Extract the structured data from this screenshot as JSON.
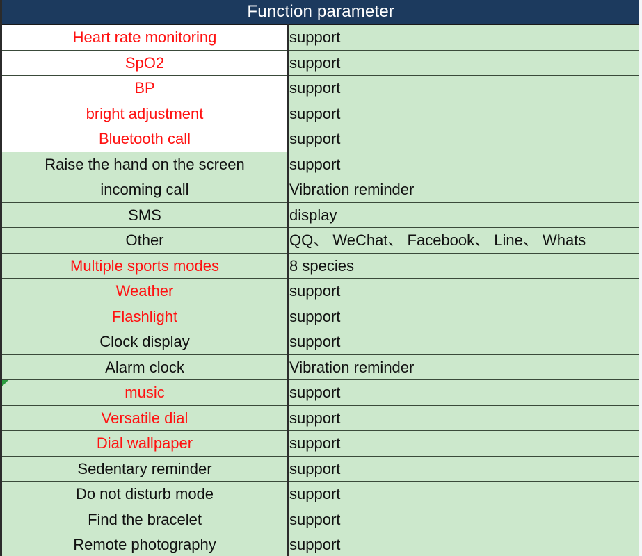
{
  "table": {
    "header": {
      "title": "Function parameter",
      "background": "#1c3a5e",
      "text_color": "#ffffff"
    },
    "columns": [
      {
        "key": "name",
        "header": ""
      },
      {
        "key": "value",
        "header": ""
      }
    ],
    "colors": {
      "cell_green": "#cce8cc",
      "cell_white": "#ffffff",
      "text_red": "#ff1111",
      "text_black": "#101010",
      "grid_line": "#3a4a3a",
      "column_divider": "#2b2b2b",
      "comment_marker": "#2a9b3f"
    },
    "rows": [
      {
        "name": "Heart rate monitoring",
        "value": "support",
        "name_color": "red",
        "name_bg": "white"
      },
      {
        "name": "SpO2",
        "value": "support",
        "name_color": "red",
        "name_bg": "white"
      },
      {
        "name": "BP",
        "value": "support",
        "name_color": "red",
        "name_bg": "white"
      },
      {
        "name": "bright adjustment",
        "value": "support",
        "name_color": "red",
        "name_bg": "white"
      },
      {
        "name": "Bluetooth call",
        "value": "support",
        "name_color": "red",
        "name_bg": "white"
      },
      {
        "name": "Raise the hand on the screen",
        "value": "support",
        "name_color": "black",
        "name_bg": "green"
      },
      {
        "name": "incoming call",
        "value": "Vibration reminder",
        "name_color": "black",
        "name_bg": "green"
      },
      {
        "name": "SMS",
        "value": "display",
        "name_color": "black",
        "name_bg": "green"
      },
      {
        "name": "Other",
        "value": "QQ、 WeChat、 Facebook、 Line、 Whats",
        "name_color": "black",
        "name_bg": "green"
      },
      {
        "name": "Multiple sports modes",
        "value": "8 species",
        "name_color": "red",
        "name_bg": "green"
      },
      {
        "name": "Weather",
        "value": "support",
        "name_color": "red",
        "name_bg": "green"
      },
      {
        "name": "Flashlight",
        "value": "support",
        "name_color": "red",
        "name_bg": "green"
      },
      {
        "name": "Clock display",
        "value": "support",
        "name_color": "black",
        "name_bg": "green"
      },
      {
        "name": "Alarm clock",
        "value": "Vibration reminder",
        "name_color": "black",
        "name_bg": "green"
      },
      {
        "name": "music",
        "value": "support",
        "name_color": "red",
        "name_bg": "green",
        "comment_marker": true
      },
      {
        "name": "Versatile dial",
        "value": "support",
        "name_color": "red",
        "name_bg": "green"
      },
      {
        "name": "Dial wallpaper",
        "value": "support",
        "name_color": "red",
        "name_bg": "green"
      },
      {
        "name": "Sedentary reminder",
        "value": "support",
        "name_color": "black",
        "name_bg": "green"
      },
      {
        "name": "Do not disturb mode",
        "value": "support",
        "name_color": "black",
        "name_bg": "green"
      },
      {
        "name": "Find the bracelet",
        "value": "support",
        "name_color": "black",
        "name_bg": "green"
      },
      {
        "name": "Remote photography",
        "value": "support",
        "name_color": "black",
        "name_bg": "green"
      },
      {
        "name": "",
        "value": "",
        "name_color": "black",
        "name_bg": "green"
      }
    ]
  }
}
